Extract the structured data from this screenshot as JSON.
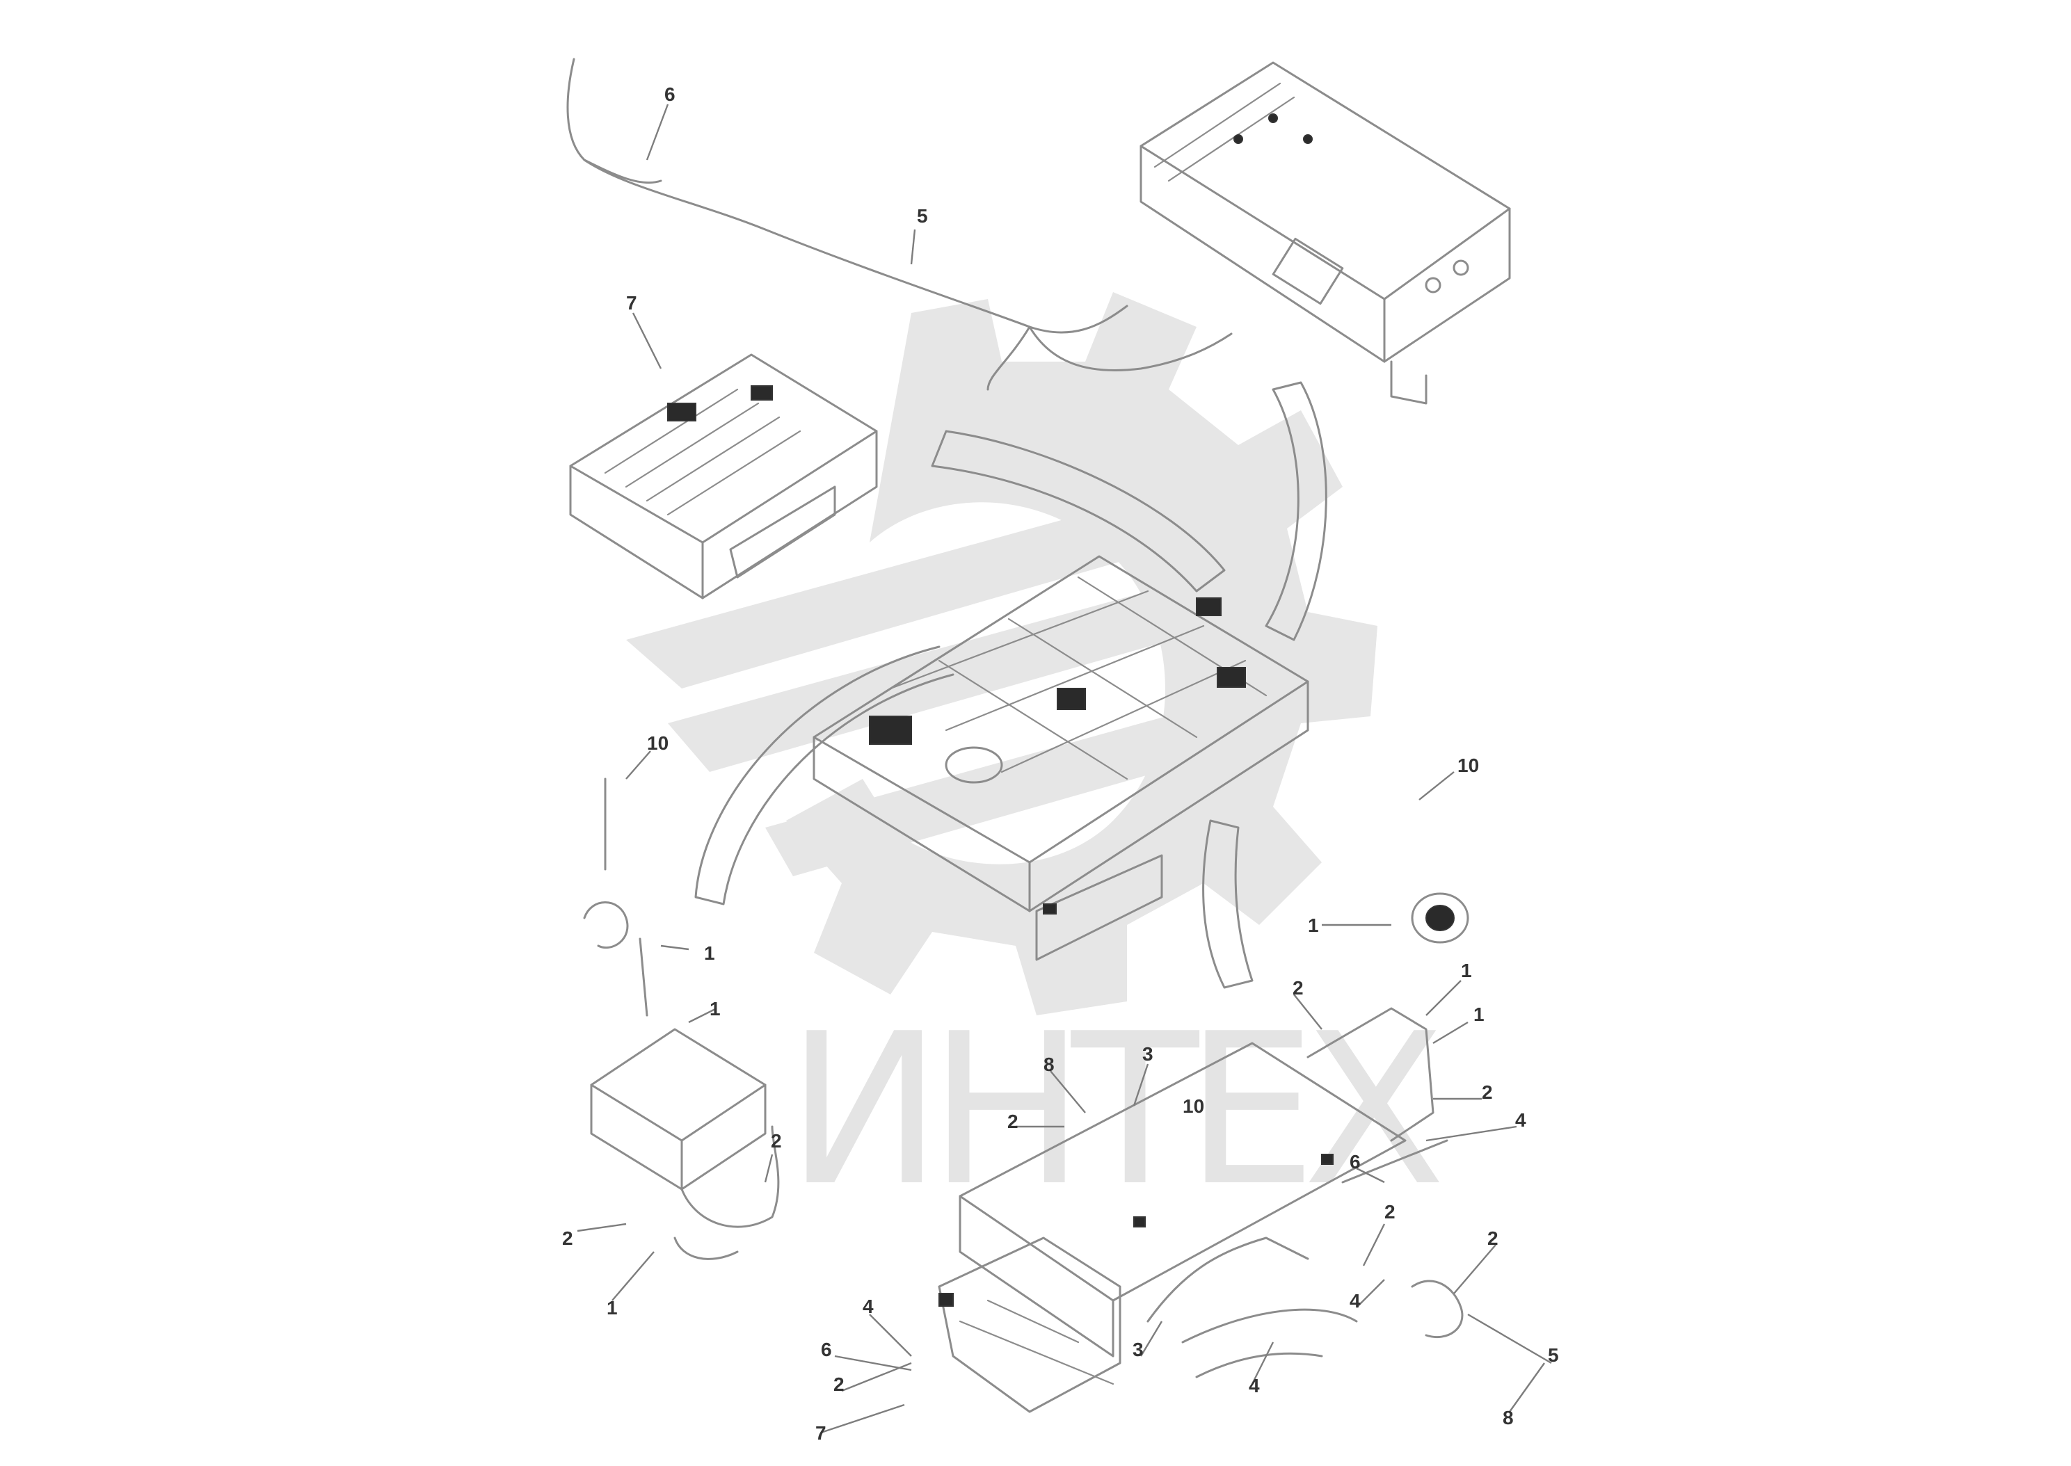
{
  "watermark": {
    "text": "ИНТЕХ",
    "color": "#e4e4e4"
  },
  "callouts": {
    "c1": "6",
    "c2": "5",
    "c3": "7",
    "c4": "10",
    "c5": "10",
    "c6": "1",
    "c7": "1",
    "c8": "2",
    "c9": "2",
    "c10": "1",
    "c11": "4",
    "c12": "6",
    "c13": "2",
    "c14": "1",
    "c15": "1",
    "c16": "1",
    "c17": "2",
    "c18": "4",
    "c19": "3",
    "c20": "8",
    "c21": "2",
    "c22": "2",
    "c23": "2",
    "c24": "5",
    "c25": "4",
    "c26": "3",
    "c27": "2",
    "c28": "7",
    "c29": "8",
    "c30": "4",
    "c31": "6",
    "c32": "10"
  }
}
